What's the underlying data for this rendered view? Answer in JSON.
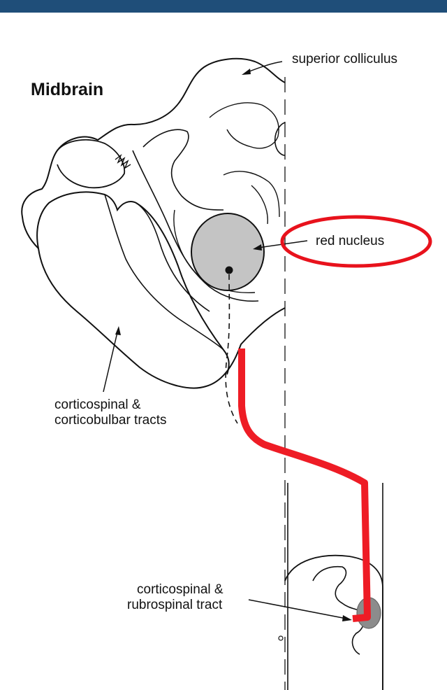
{
  "title": "Midbrain",
  "labels": {
    "superior_colliculus": "superior colliculus",
    "red_nucleus": "red nucleus",
    "corticospinal_corticobulbar_line1": "corticospinal &",
    "corticospinal_corticobulbar_line2": "corticobulbar tracts",
    "corticospinal_rubrospinal_line1": "corticospinal &",
    "corticospinal_rubrospinal_line2": "rubrospinal tract"
  },
  "colors": {
    "top_bar": "#1f4e79",
    "pathway": "#ee1c25",
    "highlight_oval": "#e8121c",
    "red_nucleus_fill": "#c4c4c4",
    "outline": "#111111"
  }
}
